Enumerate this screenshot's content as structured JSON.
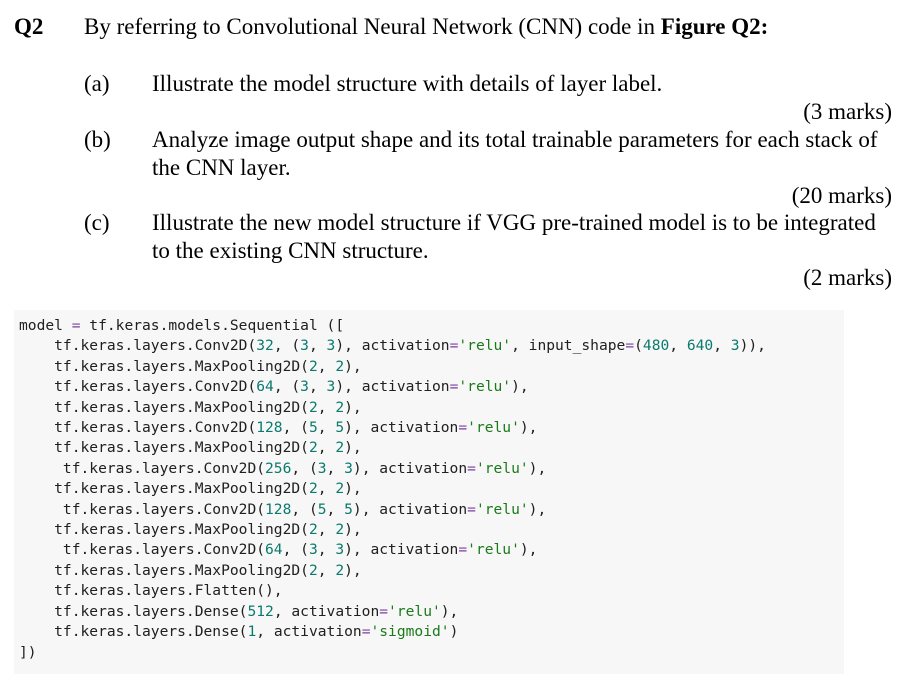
{
  "question": {
    "number": "Q2",
    "intro": "By referring to Convolutional Neural Network (CNN) code in ",
    "figure_ref": "Figure Q2:"
  },
  "parts": [
    {
      "label": "(a)",
      "text": "Illustrate the model structure with details of layer label.",
      "marks": "(3 marks)"
    },
    {
      "label": "(b)",
      "text": "Analyze image output shape and its total trainable parameters for each stack of the CNN layer.",
      "marks": "(20 marks)"
    },
    {
      "label": "(c)",
      "text": "Illustrate the new model structure if VGG pre-trained model is to be integrated to the existing CNN structure.",
      "marks": "(2 marks)"
    }
  ],
  "code_lines": [
    "model = tf.keras.models.Sequential ([",
    "    tf.keras.layers.Conv2D(32, (3, 3), activation='relu', input_shape=(480, 640, 3)),",
    "    tf.keras.layers.MaxPooling2D(2, 2),",
    "    tf.keras.layers.Conv2D(64, (3, 3), activation='relu'),",
    "    tf.keras.layers.MaxPooling2D(2, 2),",
    "    tf.keras.layers.Conv2D(128, (5, 5), activation='relu'),",
    "    tf.keras.layers.MaxPooling2D(2, 2),",
    "     tf.keras.layers.Conv2D(256, (3, 3), activation='relu'),",
    "    tf.keras.layers.MaxPooling2D(2, 2),",
    "     tf.keras.layers.Conv2D(128, (5, 5), activation='relu'),",
    "    tf.keras.layers.MaxPooling2D(2, 2),",
    "     tf.keras.layers.Conv2D(64, (3, 3), activation='relu'),",
    "    tf.keras.layers.MaxPooling2D(2, 2),",
    "    tf.keras.layers.Flatten(),",
    "    tf.keras.layers.Dense(512, activation='relu'),",
    "    tf.keras.layers.Dense(1, activation='sigmoid')",
    "])"
  ]
}
